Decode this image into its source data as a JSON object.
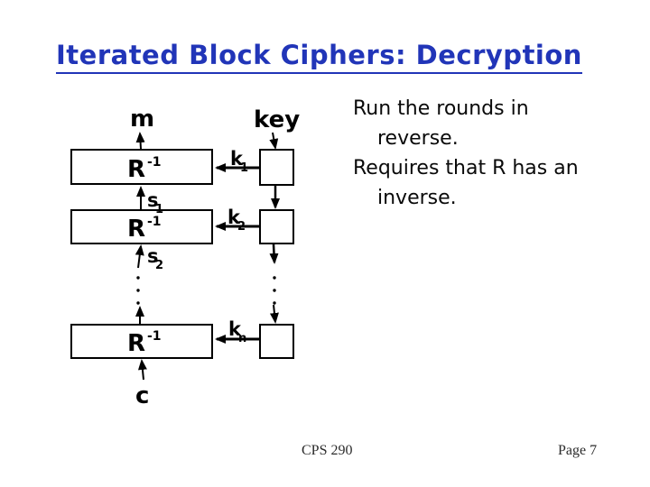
{
  "title": {
    "text": "Iterated Block Ciphers: Decryption",
    "color": "#2135b8"
  },
  "diagram": {
    "message_label": "m",
    "key_label": "key",
    "cipher_label": "c",
    "round_boxes": [
      {
        "base": "R",
        "sup": "-1"
      },
      {
        "base": "R",
        "sup": "-1"
      },
      {
        "base": "R",
        "sup": "-1"
      }
    ],
    "round_key_labels": [
      {
        "base": "k",
        "sub": "1"
      },
      {
        "base": "k",
        "sub": "2"
      },
      {
        "base": "k",
        "sub": "n"
      }
    ],
    "state_labels": [
      {
        "base": "s",
        "sub": "1"
      },
      {
        "base": "s",
        "sub": "2"
      }
    ]
  },
  "notes": {
    "lines": [
      {
        "text": "Run the rounds in"
      },
      {
        "text": "reverse."
      },
      {
        "text": "Requires that R has an"
      },
      {
        "text": "inverse."
      }
    ]
  },
  "footer": {
    "course": "CPS 290",
    "page": "Page 7"
  }
}
